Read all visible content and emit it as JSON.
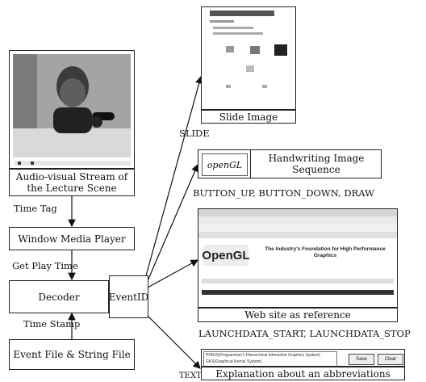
{
  "left_column": {
    "video_caption": "Audio-visual Stream of the Lecture Scene",
    "time_tag": "Time Tag",
    "player": "Window Media Player",
    "get_play_time": "Get Play Time",
    "decoder": "Decoder",
    "event_id": "EventID",
    "time_stamp": "Time Stamp",
    "event_file": "Event File & String File"
  },
  "outputs": {
    "slide_caption": "Slide Image",
    "slide_event": "SLIDE",
    "handwriting_logo": "openGL",
    "handwriting_caption": "Handwriting Image Sequence",
    "handwriting_events": "BUTTON_UP, BUTTON_DOWN, DRAW",
    "web_caption": "Web site as reference",
    "web_events": "LAUNCHDATA_START, LAUNCHDATA_STOP",
    "web_logo": "OpenGL",
    "web_tagline": "The Industry's Foundation for High Performance Graphics",
    "text_event": "TEXT",
    "abbrev_line1": "PHIGS(Programmer's Hierarchical Interactive Graphics System)",
    "abbrev_line2": "GKS(Graphical Kernel System)",
    "abbrev_save": "Save",
    "abbrev_clear": "Clear",
    "abbrev_caption": "Explanation about an abbreviations"
  }
}
